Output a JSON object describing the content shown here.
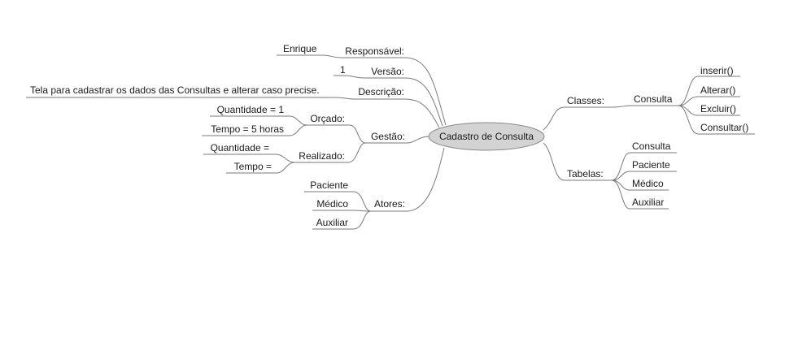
{
  "mindmap": {
    "center": "Cadastro de Consulta",
    "left": {
      "responsavel": {
        "label": "Responsável:",
        "value": "Enrique"
      },
      "versao": {
        "label": "Versão:",
        "value": "1"
      },
      "descricao": {
        "label": "Descrição:",
        "value": "Tela para cadastrar os dados das Consultas e alterar caso precise."
      },
      "gestao": {
        "label": "Gestão:",
        "orcado": {
          "label": "Orçado:",
          "quantidade": "Quantidade = 1",
          "tempo": "Tempo = 5 horas"
        },
        "realizado": {
          "label": "Realizado:",
          "quantidade": "Quantidade =",
          "tempo": "Tempo ="
        }
      },
      "atores": {
        "label": "Atores:",
        "items": [
          "Paciente",
          "Médico",
          "Auxiliar"
        ]
      }
    },
    "right": {
      "classes": {
        "label": "Classes:",
        "consulta": {
          "label": "Consulta",
          "methods": [
            "inserir()",
            "Alterar()",
            "Excluir()",
            "Consultar()"
          ]
        }
      },
      "tabelas": {
        "label": "Tabelas:",
        "items": [
          "Consulta",
          "Paciente",
          "Médico",
          "Auxiliar"
        ]
      }
    }
  }
}
